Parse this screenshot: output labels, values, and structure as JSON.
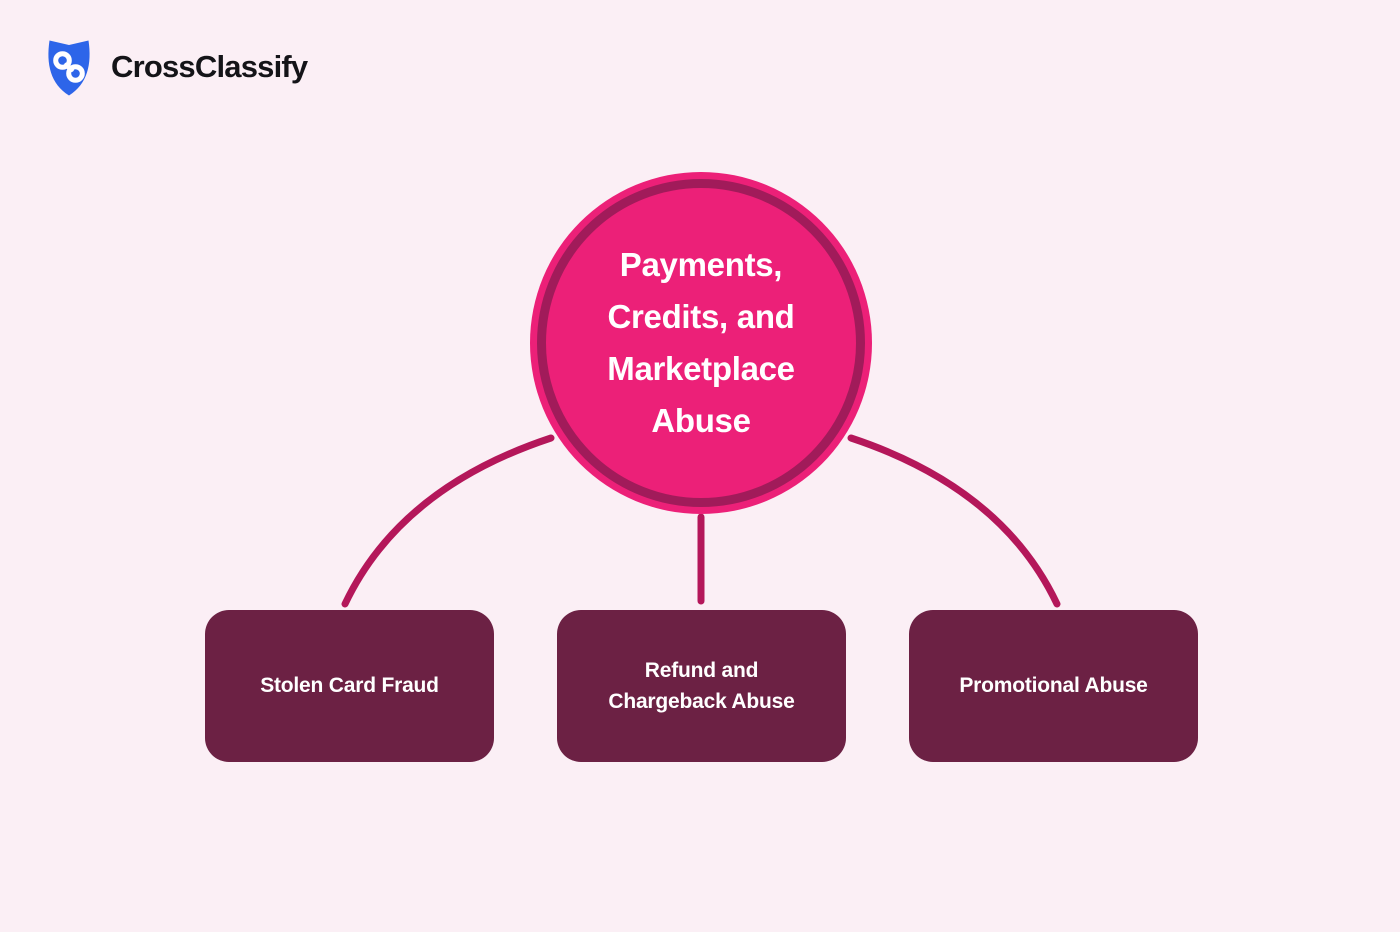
{
  "brand": {
    "name": "CrossClassify",
    "icon": "shield-links-icon"
  },
  "diagram": {
    "root": {
      "label": "Payments, Credits, and Marketplace Abuse"
    },
    "children": [
      {
        "label": "Stolen Card Fraud"
      },
      {
        "label": "Refund and Chargeback Abuse"
      },
      {
        "label": "Promotional Abuse"
      }
    ]
  },
  "colors": {
    "background": "#FBEFF5",
    "circle_fill": "#EC2078",
    "circle_ring": "#A11B5A",
    "connector": "#B4175A",
    "box_fill": "#6C2144",
    "text_on_dark": "#FFFFFF",
    "logo_shield_blue": "#2D65E9",
    "logo_text": "#141418"
  }
}
